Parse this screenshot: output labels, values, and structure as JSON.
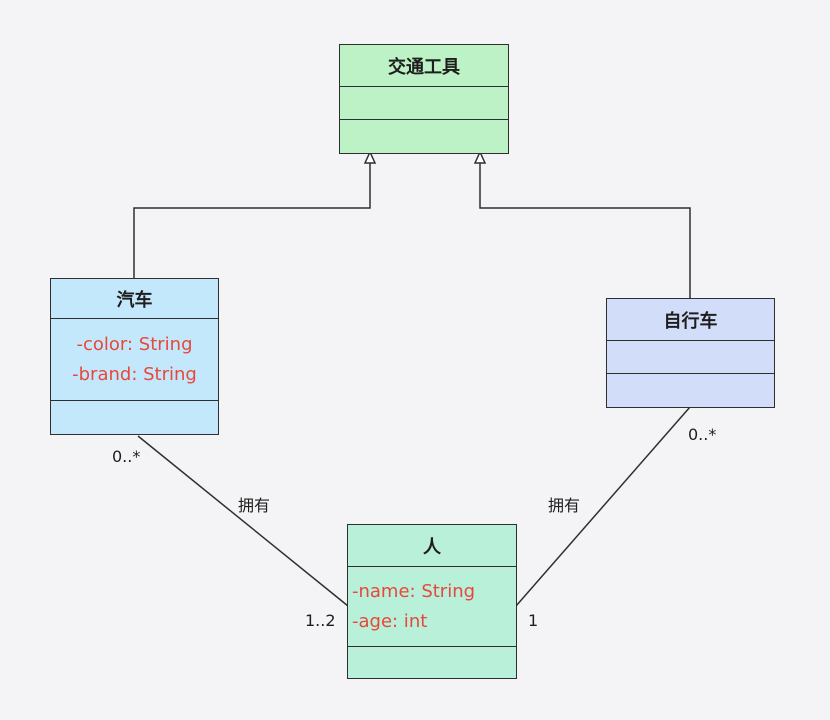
{
  "diagram": {
    "classes": {
      "vehicle": {
        "name": "交通工具",
        "attributes": [],
        "methods": [],
        "color": "#bdf2c6"
      },
      "car": {
        "name": "汽车",
        "attributes": [
          "-color: String",
          "-brand: String"
        ],
        "methods": [],
        "color": "#c4e8fb"
      },
      "bicycle": {
        "name": "自行车",
        "attributes": [],
        "methods": [],
        "color": "#d2def9"
      },
      "person": {
        "name": "人",
        "attributes": [
          "-name: String",
          "-age: int"
        ],
        "methods": [],
        "color": "#b8f0d9"
      }
    },
    "relations": {
      "car_person": {
        "label": "拥有",
        "car_multiplicity": "0..*",
        "person_multiplicity": "1..2"
      },
      "bicycle_person": {
        "label": "拥有",
        "bicycle_multiplicity": "0..*",
        "person_multiplicity": "1"
      }
    },
    "colors": {
      "attribute_text": "#e8473b",
      "line": "#2f2f2f",
      "background": "#f4f4f6"
    }
  }
}
